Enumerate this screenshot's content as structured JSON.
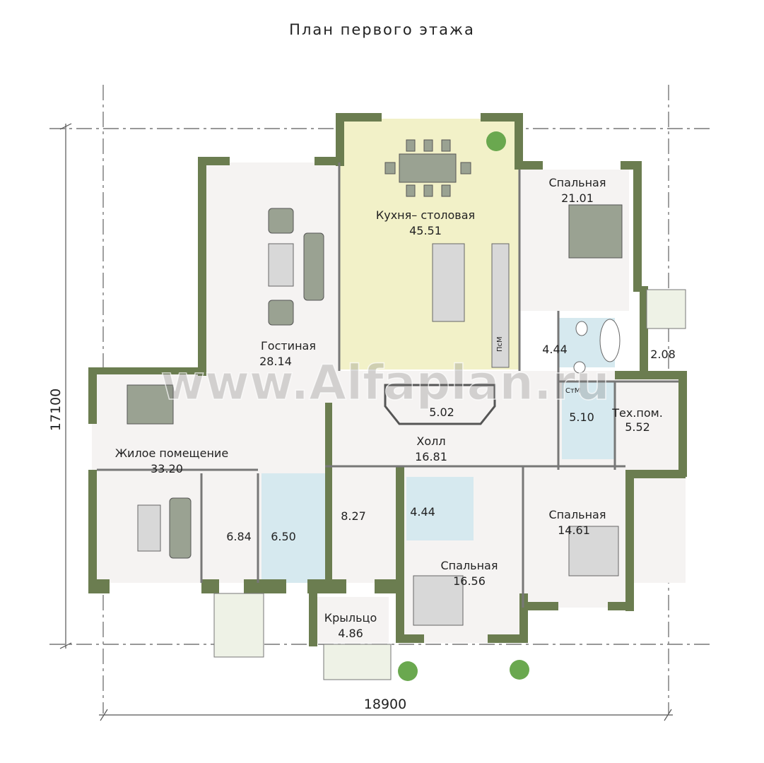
{
  "title": "План первого этажа",
  "watermark": "www.Alfaplan.ru",
  "dimensions": {
    "width": "18900",
    "height": "17100"
  },
  "rooms": [
    {
      "name": "Кухня– столовая",
      "area": "45.51"
    },
    {
      "name": "Спальная",
      "area": "21.01"
    },
    {
      "name": "Гостиная",
      "area": "28.14"
    },
    {
      "name": "",
      "area": "4.44"
    },
    {
      "name": "",
      "area": "2.08"
    },
    {
      "name": "",
      "area": "5.02"
    },
    {
      "name": "",
      "area": "5.10"
    },
    {
      "name": "Тех.пом.",
      "area": "5.52"
    },
    {
      "name": "Жилое помещение",
      "area": "33.20"
    },
    {
      "name": "Холл",
      "area": "16.81"
    },
    {
      "name": "",
      "area": "6.84"
    },
    {
      "name": "",
      "area": "6.50"
    },
    {
      "name": "",
      "area": "8.27"
    },
    {
      "name": "",
      "area": "4.44"
    },
    {
      "name": "Спальная",
      "area": "14.61"
    },
    {
      "name": "Спальная",
      "area": "16.56"
    },
    {
      "name": "Крыльцо",
      "area": "4.86"
    }
  ],
  "fixtures": {
    "stove": "ПсМ",
    "washer": "СтМ"
  },
  "colors": {
    "wall": "#6b7d50",
    "kitchen": "#f2f1c8",
    "bath": "#d6e9ef",
    "floor": "#f5f3f2",
    "plant": "#6aa84f"
  }
}
